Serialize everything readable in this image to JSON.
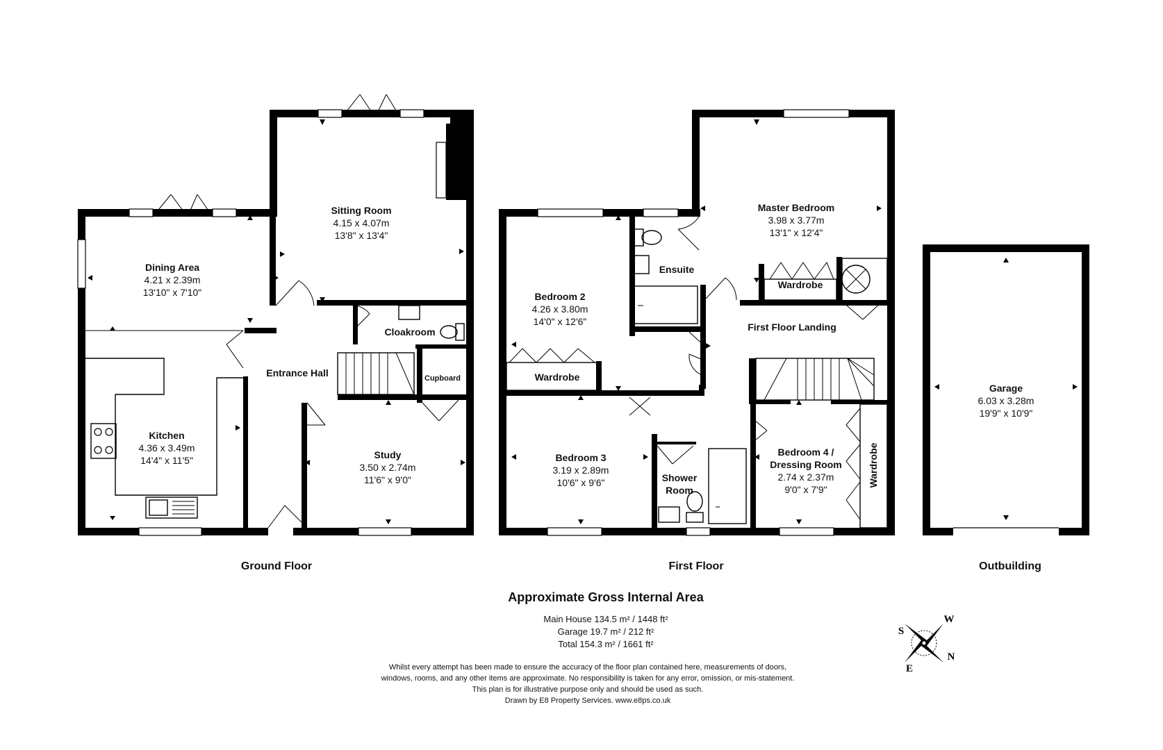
{
  "rooms": {
    "dining": {
      "name": "Dining Area",
      "metric": "4.21 x 2.39m",
      "imperial": "13'10\" x 7'10\""
    },
    "sitting": {
      "name": "Sitting Room",
      "metric": "4.15 x 4.07m",
      "imperial": "13'8\" x 13'4\""
    },
    "kitchen": {
      "name": "Kitchen",
      "metric": "4.36 x 3.49m",
      "imperial": "14'4\" x 11'5\""
    },
    "entrance_hall": {
      "name": "Entrance Hall"
    },
    "cloakroom": {
      "name": "Cloakroom"
    },
    "cupboard": {
      "name": "Cupboard"
    },
    "study": {
      "name": "Study",
      "metric": "3.50 x 2.74m",
      "imperial": "11'6\" x 9'0\""
    },
    "bedroom2": {
      "name": "Bedroom 2",
      "metric": "4.26 x 3.80m",
      "imperial": "14'0\" x 12'6\""
    },
    "wardrobe_b2": {
      "name": "Wardrobe"
    },
    "ensuite": {
      "name": "Ensuite"
    },
    "master": {
      "name": "Master Bedroom",
      "metric": "3.98 x 3.77m",
      "imperial": "13'1\" x 12'4\""
    },
    "wardrobe_master": {
      "name": "Wardrobe"
    },
    "landing": {
      "name": "First Floor Landing"
    },
    "bedroom3": {
      "name": "Bedroom 3",
      "metric": "3.19 x 2.89m",
      "imperial": "10'6\" x 9'6\""
    },
    "shower": {
      "line1": "Shower",
      "line2": "Room"
    },
    "bedroom4": {
      "line1": "Bedroom 4 /",
      "line2": "Dressing Room",
      "metric": "2.74 x 2.37m",
      "imperial": "9'0\" x 7'9\""
    },
    "wardrobe_b4": {
      "name": "Wardrobe"
    },
    "garage": {
      "name": "Garage",
      "metric": "6.03 x 3.28m",
      "imperial": "19'9\" x 10'9\""
    }
  },
  "floors": {
    "ground": "Ground Floor",
    "first": "First Floor",
    "outbuilding": "Outbuilding"
  },
  "area": {
    "title": "Approximate Gross Internal Area",
    "main_house": "Main House 134.5 m² / 1448 ft²",
    "garage": "Garage 19.7 m² / 212 ft²",
    "total": "Total 154.3 m² / 1661 ft²"
  },
  "disclaimer": {
    "line1": "Whilst every attempt has been made to ensure the accuracy of the floor plan contained here, measurements of doors,",
    "line2": "windows, rooms, and any other items are approximate. No responsibility is taken for any error, omission, or mis-statement.",
    "line3": "This plan is for illustrative purpose only and should be used as such.",
    "line4": "Drawn by E8 Property Services. www.e8ps.co.uk"
  },
  "compass": {
    "s": "S",
    "w": "W",
    "e": "E",
    "n": "N"
  }
}
